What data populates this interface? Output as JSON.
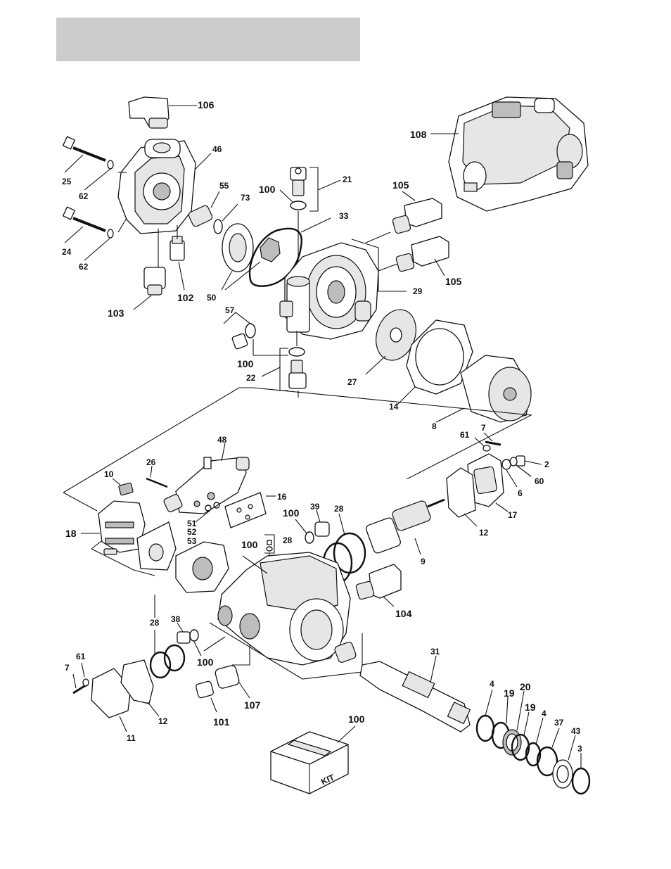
{
  "callouts": {
    "c106": "106",
    "c25": "25",
    "c62a": "62",
    "c46": "46",
    "c55": "55",
    "c73": "73",
    "c100a": "100",
    "c21": "21",
    "c105a": "105",
    "c108": "108",
    "c24": "24",
    "c62b": "62",
    "c33": "33",
    "c105b": "105",
    "c103": "103",
    "c102": "102",
    "c50": "50",
    "c29": "29",
    "c57": "57",
    "c100b": "100",
    "c22": "22",
    "c27": "27",
    "c14": "14",
    "c8": "8",
    "c61a": "61",
    "c7a": "7",
    "c2": "2",
    "c48": "48",
    "c26": "26",
    "c10": "10",
    "c60": "60",
    "c6": "6",
    "c16": "16",
    "c17": "17",
    "c39": "39",
    "c28a": "28",
    "c100c": "100",
    "c12a": "12",
    "c18": "18",
    "c51": "51",
    "c52": "52",
    "c53": "53",
    "c100d": "100",
    "c28b": "28",
    "c9": "9",
    "c104": "104",
    "c28c": "28",
    "c38": "38",
    "c31": "31",
    "c61b": "61",
    "c100e": "100",
    "c7b": "7",
    "c107": "107",
    "c101": "101",
    "c12b": "12",
    "c11": "11",
    "c4a": "4",
    "c19a": "19",
    "c20": "20",
    "c19b": "19",
    "c4b": "4",
    "c37": "37",
    "c43": "43",
    "c3": "3",
    "c100f": "100"
  },
  "kit_box": {
    "label": "KIT"
  }
}
